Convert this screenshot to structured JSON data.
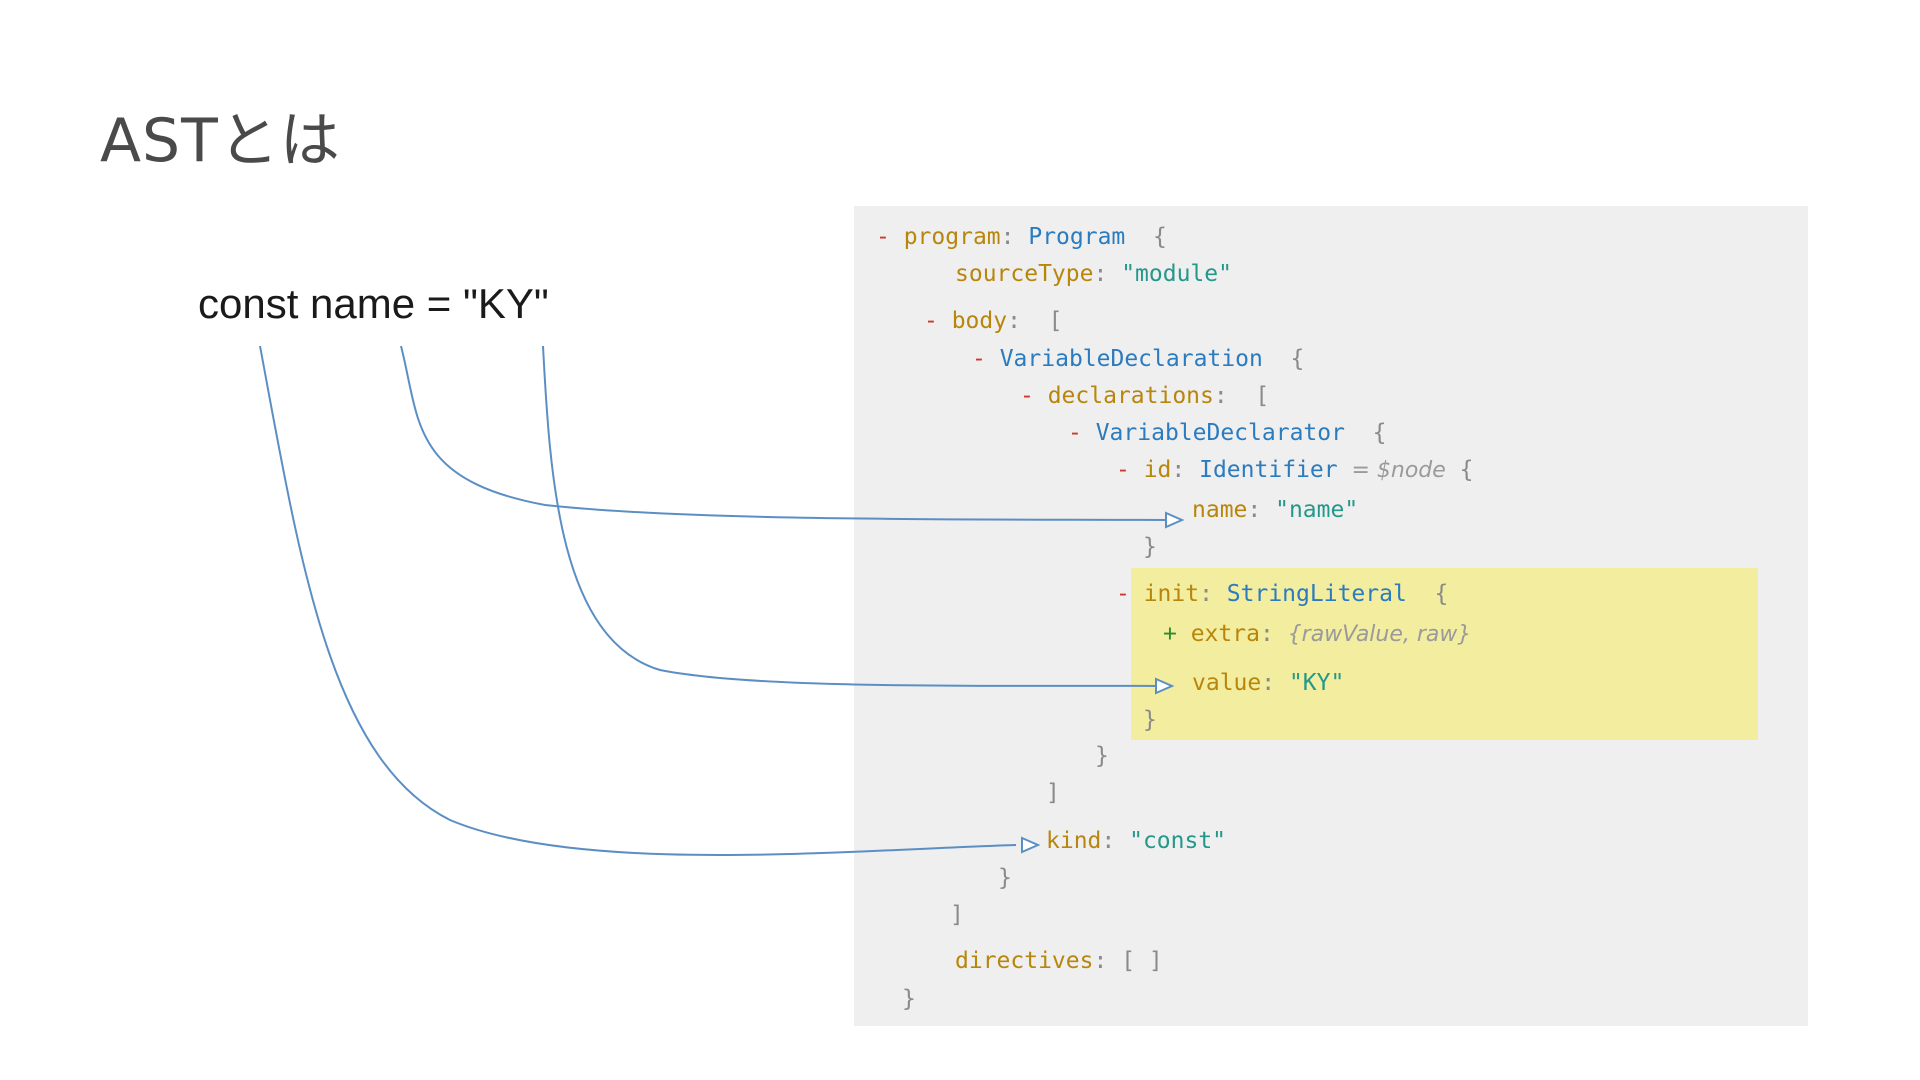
{
  "title": "ASTとは",
  "source_code": "const name = \"KY\"",
  "ast": {
    "program": {
      "key": "program",
      "type": "Program"
    },
    "sourceType": {
      "key": "sourceType",
      "value": "\"module\""
    },
    "body": {
      "key": "body"
    },
    "variableDeclaration": {
      "type": "VariableDeclaration"
    },
    "declarations": {
      "key": "declarations"
    },
    "variableDeclarator": {
      "type": "VariableDeclarator"
    },
    "id": {
      "key": "id",
      "type": "Identifier",
      "note": "= $node"
    },
    "name": {
      "key": "name",
      "value": "\"name\""
    },
    "init": {
      "key": "init",
      "type": "StringLiteral"
    },
    "extra": {
      "key": "extra",
      "value": "{rawValue, raw}"
    },
    "value": {
      "key": "value",
      "value": "\"KY\""
    },
    "kind": {
      "key": "kind",
      "value": "\"const\""
    },
    "directives": {
      "key": "directives",
      "value": "[ ]"
    }
  },
  "colors": {
    "arrow": "#5b8fc4",
    "highlight": "#f3ed9f",
    "panel": "#efefef"
  }
}
